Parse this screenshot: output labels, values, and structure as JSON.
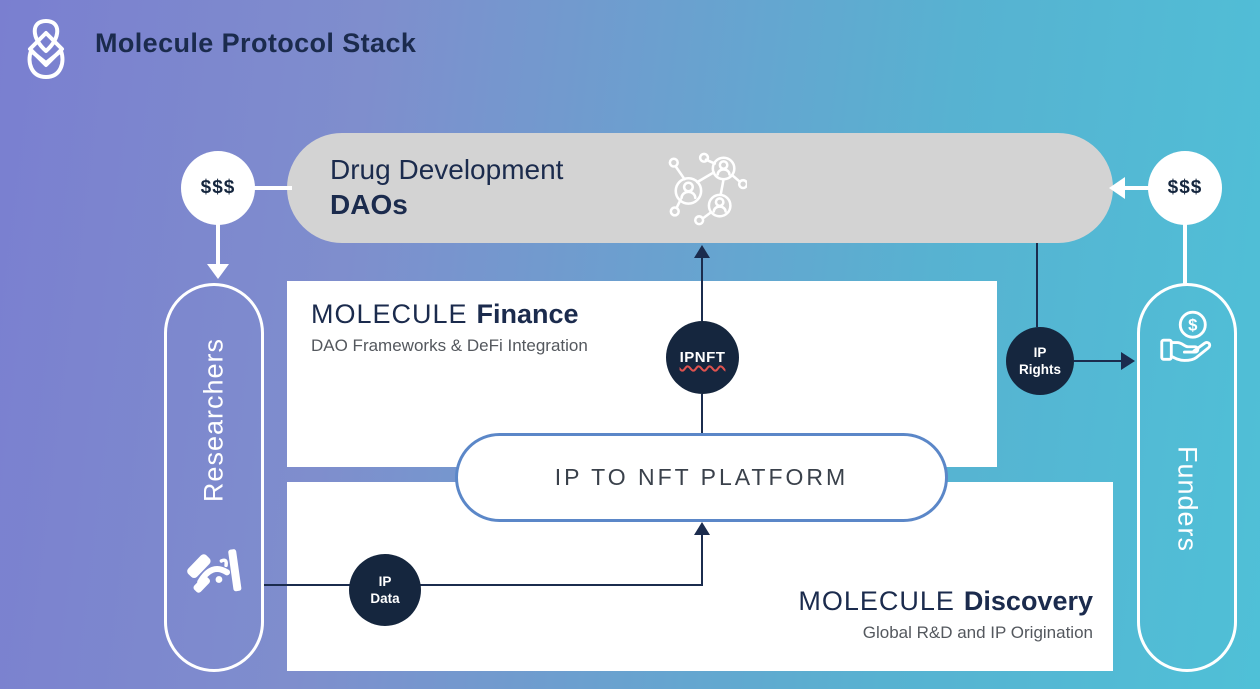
{
  "page": {
    "title": "Molecule Protocol Stack"
  },
  "colors": {
    "background_left": "#7a7fd0",
    "background_right": "#4fc0d7",
    "navy_text": "#1b2b4d",
    "dark_badge": "#15263e",
    "gray_pill": "#d3d3d3",
    "subtitle_gray": "#54585e",
    "platform_border": "#5b87c8",
    "wavy_underline": "#e0524f"
  },
  "dao_node": {
    "line1": "Drug Development",
    "line2": "DAOs"
  },
  "finance_box": {
    "brand": "MOLECULE",
    "product": "Finance",
    "subtitle": "DAO Frameworks & DeFi Integration"
  },
  "discovery_box": {
    "brand": "MOLECULE",
    "product": "Discovery",
    "subtitle": "Global R&D and IP Origination"
  },
  "platform": {
    "label": "IP TO NFT PLATFORM"
  },
  "actors": {
    "researchers": {
      "label": "Researchers"
    },
    "funders": {
      "label": "Funders"
    }
  },
  "badges": {
    "money_left": "$$$",
    "money_right": "$$$",
    "ipnft": "IPNFT",
    "ip_rights_line1": "IP",
    "ip_rights_line2": "Rights",
    "ip_data_line1": "IP",
    "ip_data_line2": "Data"
  }
}
